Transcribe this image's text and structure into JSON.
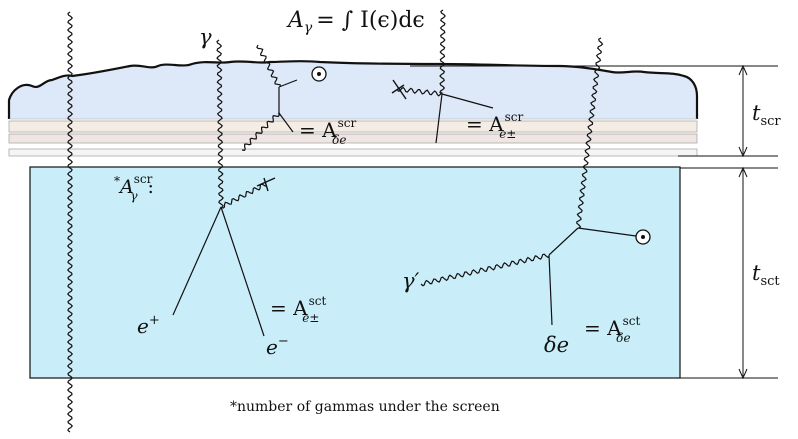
{
  "title": {
    "lhs": "A",
    "lhs_sub": "γ",
    "rhs": "= ∫ I(ϵ)dϵ"
  },
  "labels": {
    "gamma": "γ",
    "gamma_prime": "γ′",
    "a_gamma_star": "*",
    "a_gamma_main": "A",
    "a_gamma_sup": "scr",
    "a_gamma_sub": "γ",
    "a_gamma_colon": ":",
    "e_plus_main": "e",
    "e_plus_sup": "+",
    "e_minus_main": "e",
    "e_minus_sup": "−",
    "delta_e": "δe",
    "eq_delta_scr": {
      "eq": "= A",
      "sup": "scr",
      "sub": "δe"
    },
    "eq_epm_scr": {
      "eq": "= A",
      "sup": "scr",
      "sub": "e±"
    },
    "eq_epm_sct": {
      "eq": "= A",
      "sup": "sct",
      "sub": "e±"
    },
    "eq_delta_sct": {
      "eq": "= A",
      "sup": "sct",
      "sub": "δe"
    },
    "t_scr": {
      "main": "t",
      "sub": "scr"
    },
    "t_sct": {
      "main": "t",
      "sub": "sct"
    }
  },
  "footnote": "*number of gammas under the screen",
  "colors": {
    "screen_fill": "#dde9f8",
    "scintillator_fill": "#c9eefa",
    "layer_1": "#f5ece4",
    "layer_2": "#efe6e4",
    "layer_3": "#f5f5f5",
    "line": "#111111"
  }
}
